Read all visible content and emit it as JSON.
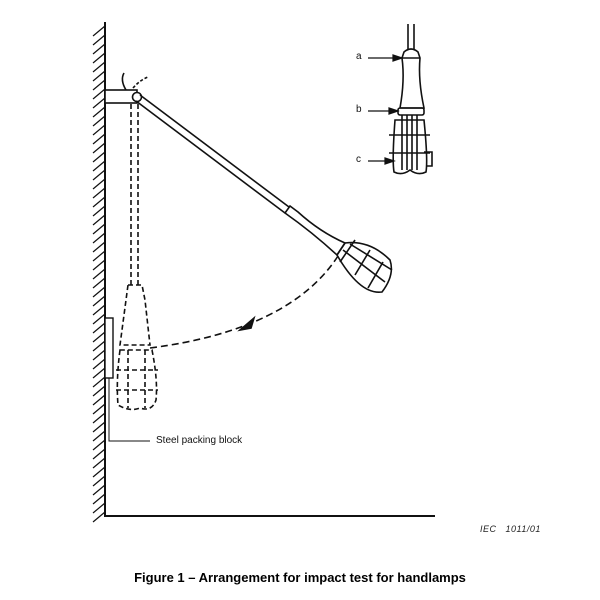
{
  "figure": {
    "labels": {
      "a": "a",
      "b": "b",
      "c": "c",
      "steel_block": "Steel packing block"
    },
    "reference": "IEC   1011/01",
    "caption": "Figure 1 – Arrangement for impact test for handlamps"
  }
}
